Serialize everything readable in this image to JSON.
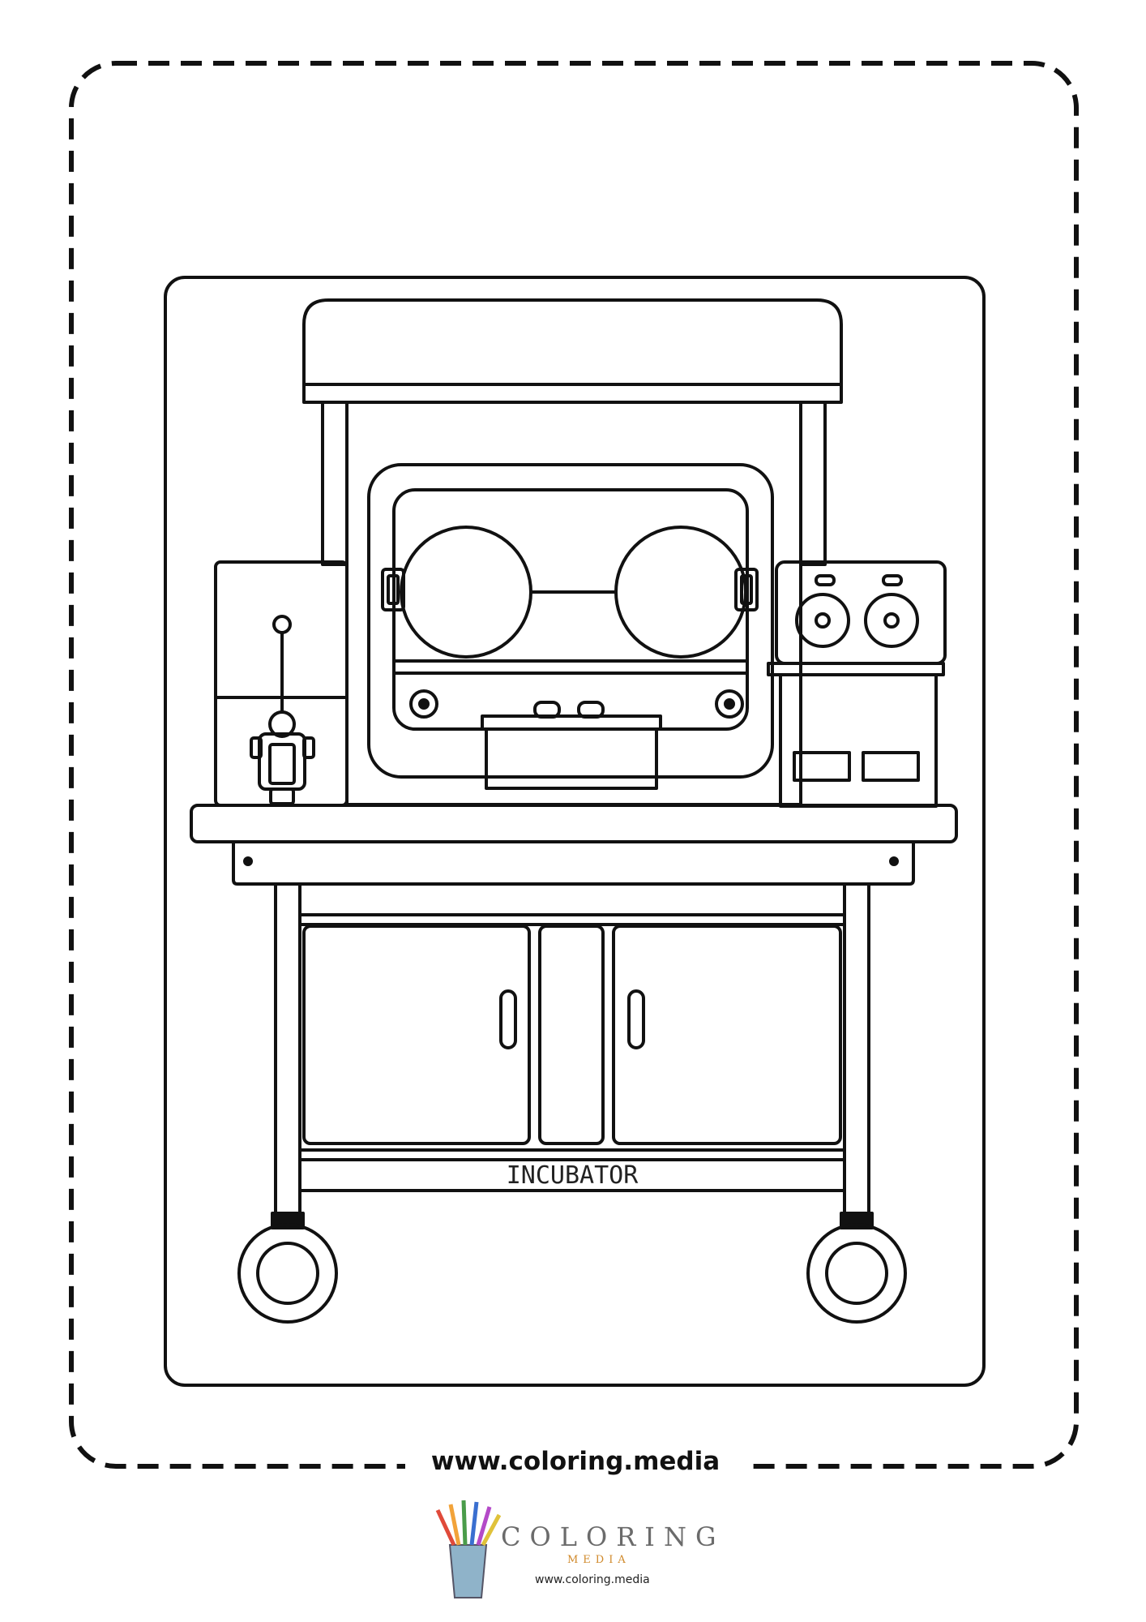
{
  "footer": {
    "url_banner": "www.coloring.media"
  },
  "drawing": {
    "label": "INCUBATOR"
  },
  "logo": {
    "word": "COLORING",
    "sub": "MEDIA",
    "url": "www.coloring.media"
  }
}
